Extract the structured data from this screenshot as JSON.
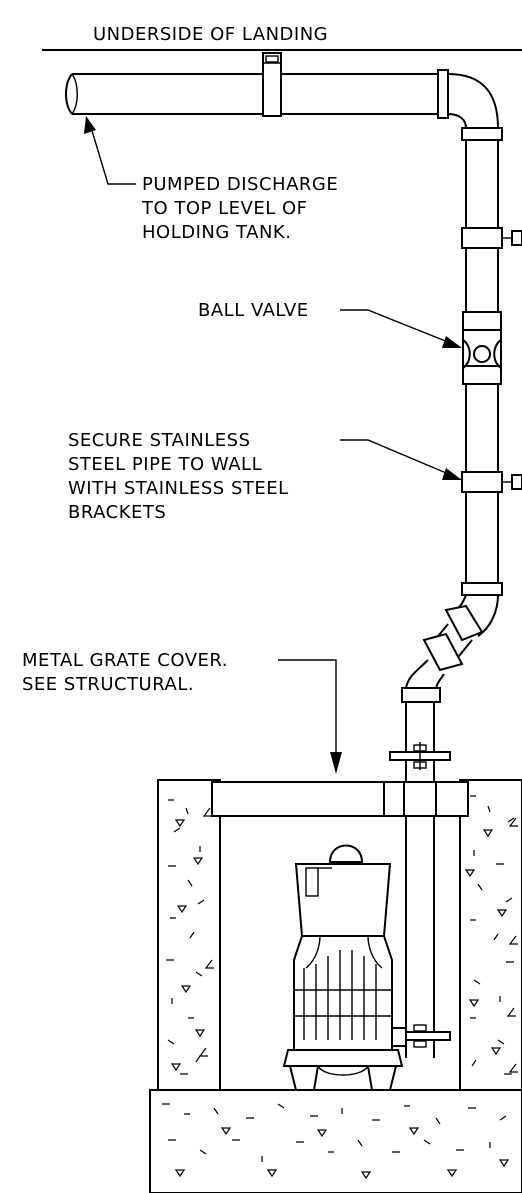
{
  "labels": {
    "header": "UNDERSIDE OF LANDING",
    "pumped_discharge": [
      "PUMPED DISCHARGE",
      "TO TOP LEVEL OF",
      "HOLDING TANK."
    ],
    "ball_valve": "BALL VALVE",
    "secure_pipe": [
      "SECURE STAINLESS",
      "STEEL PIPE TO WALL",
      "WITH STAINLESS STEEL",
      "BRACKETS"
    ],
    "grate_cover": [
      "METAL GRATE COVER.",
      "SEE STRUCTURAL."
    ]
  }
}
